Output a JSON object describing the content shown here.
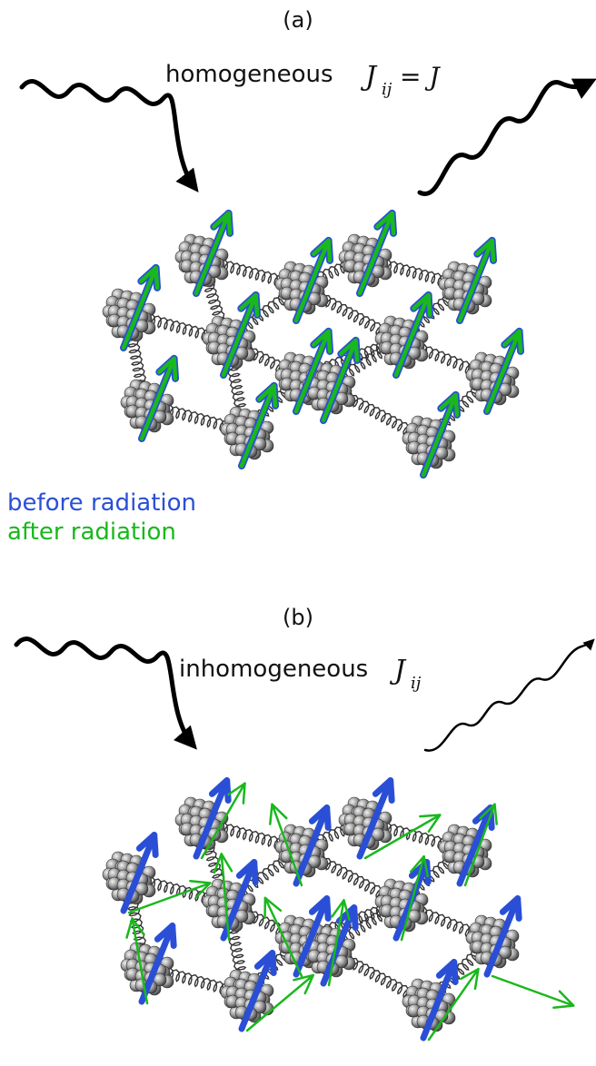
{
  "panel_a": {
    "label": "(a)",
    "caption_word": "homogeneous",
    "caption_math_J": "J",
    "caption_math_sub": "ij",
    "caption_math_eq": "= J"
  },
  "panel_b": {
    "label": "(b)",
    "caption_word": "inhomogeneous",
    "caption_math_J": "J",
    "caption_math_sub": "ij"
  },
  "legend": {
    "before": "before radiation",
    "after": "after radiation"
  },
  "colors": {
    "before": "#2a4fd6",
    "after": "#19b81c",
    "wave": "#000000",
    "spring": "#333333",
    "atom": "#9a9a9a"
  }
}
